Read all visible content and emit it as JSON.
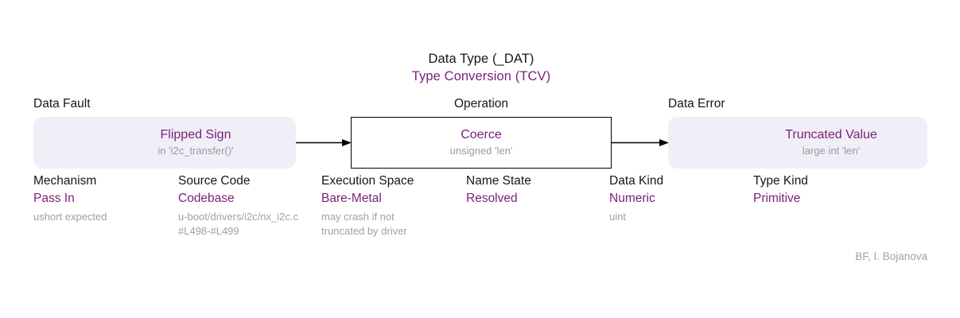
{
  "header": {
    "data_type": "Data Type (_DAT)",
    "type_conversion": "Type Conversion (TCV)"
  },
  "stages": {
    "fault": {
      "caption": "Data Fault",
      "title": "Flipped Sign",
      "subtitle": "in 'i2c_transfer()'"
    },
    "operation": {
      "caption": "Operation",
      "title": "Coerce",
      "subtitle": "unsigned 'len'"
    },
    "error": {
      "caption": "Data Error",
      "title": "Truncated Value",
      "subtitle": "large int 'len'"
    }
  },
  "attributes": [
    {
      "name": "Mechanism",
      "value": "Pass In",
      "note": "ushort expected"
    },
    {
      "name": "Source Code",
      "value": "Codebase",
      "note": "u-boot/drivers/i2c/nx_i2c.c#L498-#L499"
    },
    {
      "name": "Execution Space",
      "value": "Bare-Metal",
      "note": "may  crash if not truncated by driver"
    },
    {
      "name": "Name State",
      "value": "Resolved",
      "note": ""
    },
    {
      "name": "Data Kind",
      "value": "Numeric",
      "note": "uint"
    },
    {
      "name": "Type Kind",
      "value": "Primitive",
      "note": ""
    }
  ],
  "credit": "BF, I. Bojanova",
  "colors": {
    "accent_purple": "#7a1f78",
    "box_fill": "#f1eef7",
    "note_gray": "#a0a0a4",
    "text_black": "#17171a"
  }
}
